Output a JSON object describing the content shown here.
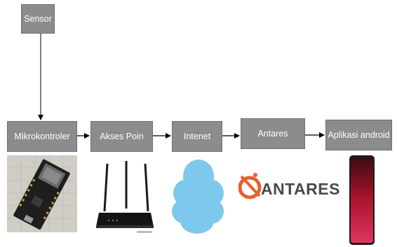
{
  "diagram": {
    "nodes": [
      {
        "id": "sensor",
        "label": "Sensor"
      },
      {
        "id": "mikrokontroler",
        "label": "Mikrokontroler"
      },
      {
        "id": "akses_poin",
        "label": "Akses Poin"
      },
      {
        "id": "intenet",
        "label": "Intenet"
      },
      {
        "id": "antares",
        "label": "Antares"
      },
      {
        "id": "aplikasi_android",
        "label": "Aplikasi android"
      }
    ],
    "edges": [
      {
        "from": "sensor",
        "to": "mikrokontroler"
      },
      {
        "from": "mikrokontroler",
        "to": "akses_poin"
      },
      {
        "from": "akses_poin",
        "to": "intenet"
      },
      {
        "from": "intenet",
        "to": "antares"
      },
      {
        "from": "antares",
        "to": "aplikasi_android"
      }
    ],
    "antares_logo_text": "ANTARES"
  },
  "colors": {
    "box_fill": "#8c8c8c",
    "box_text": "#ffffff",
    "arrow": "#000000",
    "cloud": "#7ec8ee",
    "antares_orange": "#e8602c"
  }
}
